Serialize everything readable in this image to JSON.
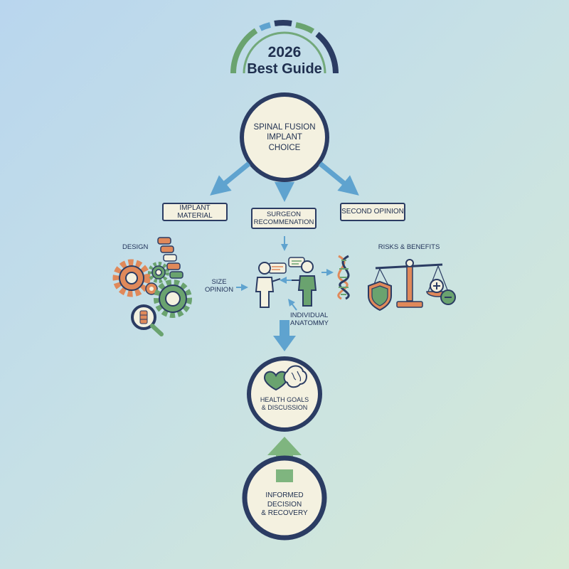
{
  "badge": {
    "year": "2026",
    "subtitle": "Best Guide"
  },
  "main_node": {
    "label_lines": [
      "Spinal Fusion",
      "Implant",
      "Choice"
    ]
  },
  "factors": {
    "implant_material": "Implant Material",
    "surgeon_recommendation": [
      "Surgeon",
      "Recommenation"
    ],
    "second_opinion": "Second Opinion"
  },
  "side_labels": {
    "design": "Design",
    "size_opinion": [
      "Size",
      "Opinion"
    ],
    "individual_anatomy": [
      "Individual",
      "Anatommy"
    ],
    "risks_benefits": "Risks & Benefits"
  },
  "health_node": {
    "label_lines": [
      "Health Goals",
      "& Discussion"
    ]
  },
  "decision_node": {
    "label_lines": [
      "Informed Decision",
      "& Recovery"
    ]
  },
  "colors": {
    "navy": "#2b3c63",
    "cream": "#f4f1e0",
    "arrow_blue": "#5fa3cf",
    "green": "#6aa36f",
    "orange": "#e0895a"
  },
  "icons": [
    "gear-icon",
    "spine-icon",
    "magnifier-icon",
    "chat-bubble-icon",
    "person-icon",
    "dna-icon",
    "scale-icon",
    "shield-icon",
    "heart-icon",
    "brain-icon"
  ]
}
